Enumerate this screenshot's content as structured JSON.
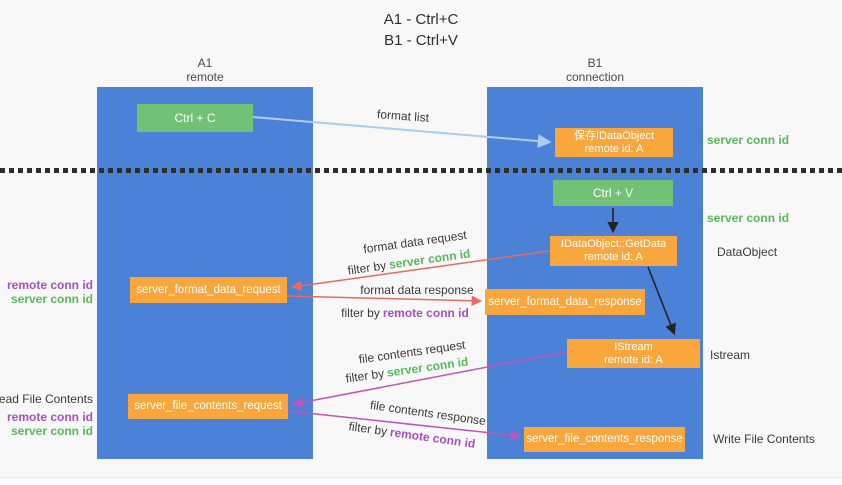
{
  "title": {
    "line1": "A1 - Ctrl+C",
    "line2": "B1 - Ctrl+V"
  },
  "lanes": {
    "left": {
      "name": "A1",
      "subtitle": "remote"
    },
    "right": {
      "name": "B1",
      "subtitle": "connection"
    }
  },
  "nodes": {
    "ctrl_c": {
      "label": "Ctrl + C"
    },
    "ctrl_v": {
      "label": "Ctrl + V"
    },
    "save_dataobject": {
      "line1": "保存IDataObject",
      "line2": "remote id: A"
    },
    "getdata": {
      "line1": "IDataObject::GetData",
      "line2": "remote id: A"
    },
    "istream": {
      "line1": "IStream",
      "line2": "remote id: A"
    },
    "server_format_data_request": {
      "label": "server_format_data_request"
    },
    "server_format_data_response": {
      "label": "server_format_data_response"
    },
    "server_file_contents_request": {
      "label": "server_file_contents_request"
    },
    "server_file_contents_response": {
      "label": "server_file_contents_response"
    }
  },
  "arrow_labels": {
    "format_list": "format list",
    "format_data_request": "format data request",
    "format_data_response": "format data response",
    "file_contents_request": "file contents request",
    "file_contents_response": "file contents response",
    "filter_by": "filter by",
    "server_conn_id": "server conn id",
    "remote_conn_id": "remote conn id"
  },
  "side_labels": {
    "server_conn_id": "server conn id",
    "remote_conn_id": "remote conn id",
    "dataobject": "DataObject",
    "istream": "Istream",
    "read_file_contents": "Read File Contents",
    "write_file_contents": "Write File Contents"
  },
  "colors": {
    "lane_blue": "#4b81d7",
    "node_green": "#73c175",
    "node_orange": "#f9a63d",
    "arrow_light_blue": "#aacfee",
    "arrow_red": "#e96a5f",
    "arrow_magenta": "#c455b8",
    "arrow_black": "#222222",
    "label_green": "#57b957",
    "label_purple": "#a94fc5"
  }
}
